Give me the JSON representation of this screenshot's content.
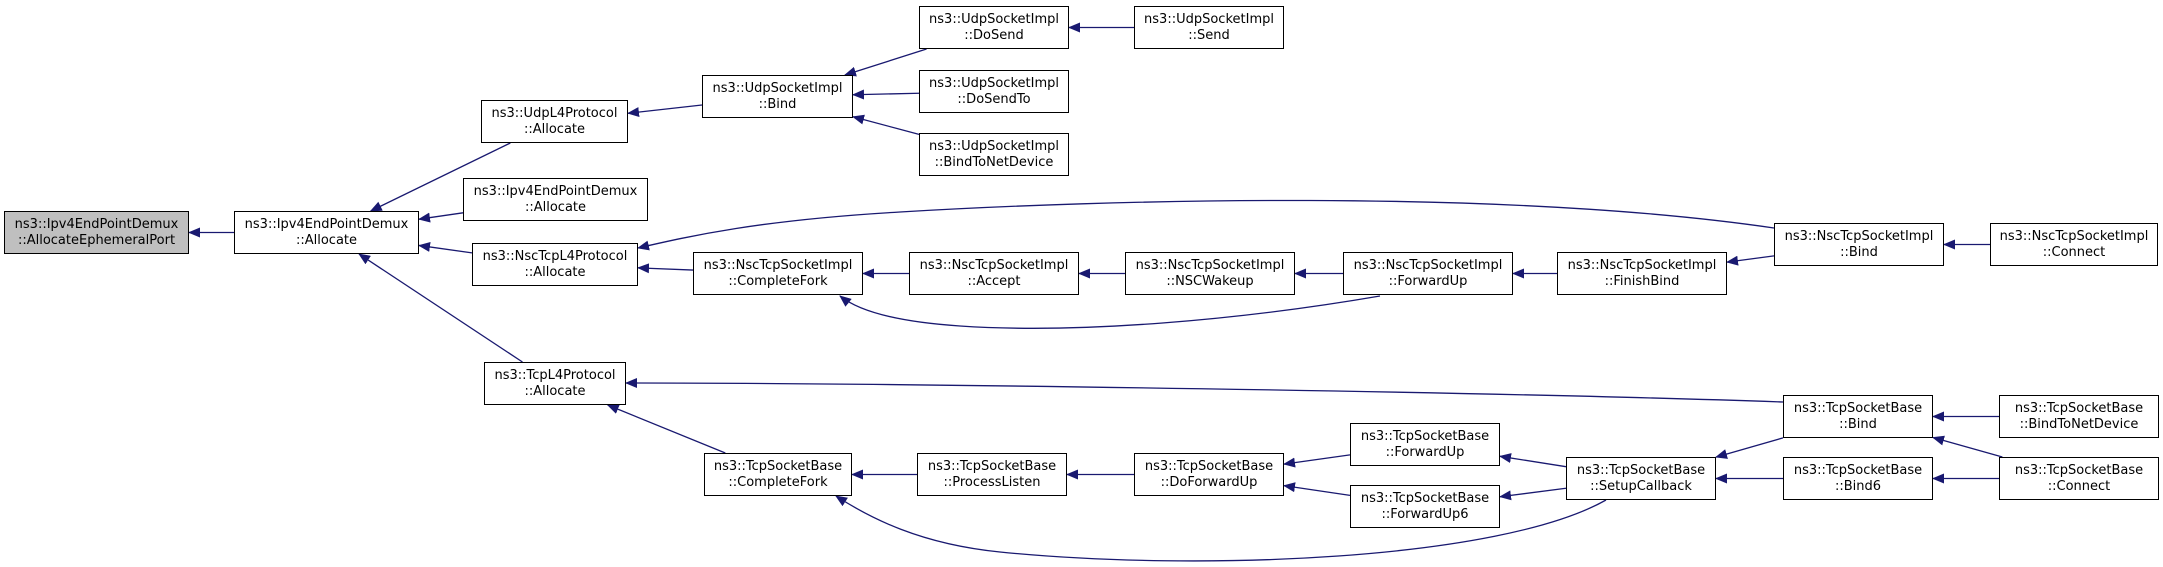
{
  "diagram": {
    "type": "caller-graph",
    "colors": {
      "edge": "#191970",
      "node_border": "#000000",
      "root_fill": "#bfbfbf",
      "node_fill": "#ffffff"
    },
    "nodes": [
      {
        "id": "root",
        "line1": "ns3::Ipv4EndPointDemux",
        "line2": "::AllocateEphemeralPort",
        "root": true
      },
      {
        "id": "demux_alloc",
        "line1": "ns3::Ipv4EndPointDemux",
        "line2": "::Allocate"
      },
      {
        "id": "udp_alloc",
        "line1": "ns3::UdpL4Protocol",
        "line2": "::Allocate"
      },
      {
        "id": "demux_alloc2",
        "line1": "ns3::Ipv4EndPointDemux",
        "line2": "::Allocate"
      },
      {
        "id": "nsc_alloc",
        "line1": "ns3::NscTcpL4Protocol",
        "line2": "::Allocate"
      },
      {
        "id": "tcp_alloc",
        "line1": "ns3::TcpL4Protocol",
        "line2": "::Allocate"
      },
      {
        "id": "udp_bind",
        "line1": "ns3::UdpSocketImpl",
        "line2": "::Bind"
      },
      {
        "id": "udp_dosend",
        "line1": "ns3::UdpSocketImpl",
        "line2": "::DoSend"
      },
      {
        "id": "udp_send",
        "line1": "ns3::UdpSocketImpl",
        "line2": "::Send"
      },
      {
        "id": "udp_dosendto",
        "line1": "ns3::UdpSocketImpl",
        "line2": "::DoSendTo"
      },
      {
        "id": "udp_bindtonet",
        "line1": "ns3::UdpSocketImpl",
        "line2": "::BindToNetDevice"
      },
      {
        "id": "nsc_completefork",
        "line1": "ns3::NscTcpSocketImpl",
        "line2": "::CompleteFork"
      },
      {
        "id": "nsc_accept",
        "line1": "ns3::NscTcpSocketImpl",
        "line2": "::Accept"
      },
      {
        "id": "nsc_wakeup",
        "line1": "ns3::NscTcpSocketImpl",
        "line2": "::NSCWakeup"
      },
      {
        "id": "nsc_forwardup",
        "line1": "ns3::NscTcpSocketImpl",
        "line2": "::ForwardUp"
      },
      {
        "id": "nsc_finishbind",
        "line1": "ns3::NscTcpSocketImpl",
        "line2": "::FinishBind"
      },
      {
        "id": "nsc_bind",
        "line1": "ns3::NscTcpSocketImpl",
        "line2": "::Bind"
      },
      {
        "id": "nsc_connect",
        "line1": "ns3::NscTcpSocketImpl",
        "line2": "::Connect"
      },
      {
        "id": "tcp_completefork",
        "line1": "ns3::TcpSocketBase",
        "line2": "::CompleteFork"
      },
      {
        "id": "tcp_processlisten",
        "line1": "ns3::TcpSocketBase",
        "line2": "::ProcessListen"
      },
      {
        "id": "tcp_doforwardup",
        "line1": "ns3::TcpSocketBase",
        "line2": "::DoForwardUp"
      },
      {
        "id": "tcp_forwardup",
        "line1": "ns3::TcpSocketBase",
        "line2": "::ForwardUp"
      },
      {
        "id": "tcp_forwardup6",
        "line1": "ns3::TcpSocketBase",
        "line2": "::ForwardUp6"
      },
      {
        "id": "tcp_setupcallback",
        "line1": "ns3::TcpSocketBase",
        "line2": "::SetupCallback"
      },
      {
        "id": "tcp_bind",
        "line1": "ns3::TcpSocketBase",
        "line2": "::Bind"
      },
      {
        "id": "tcp_bind6",
        "line1": "ns3::TcpSocketBase",
        "line2": "::Bind6"
      },
      {
        "id": "tcp_bindtonet",
        "line1": "ns3::TcpSocketBase",
        "line2": "::BindToNetDevice"
      },
      {
        "id": "tcp_connect",
        "line1": "ns3::TcpSocketBase",
        "line2": "::Connect"
      }
    ],
    "edges": [
      {
        "from": "demux_alloc",
        "to": "root"
      },
      {
        "from": "udp_alloc",
        "to": "demux_alloc"
      },
      {
        "from": "demux_alloc2",
        "to": "demux_alloc"
      },
      {
        "from": "nsc_alloc",
        "to": "demux_alloc"
      },
      {
        "from": "tcp_alloc",
        "to": "demux_alloc"
      },
      {
        "from": "udp_bind",
        "to": "udp_alloc"
      },
      {
        "from": "udp_dosend",
        "to": "udp_bind"
      },
      {
        "from": "udp_dosendto",
        "to": "udp_bind"
      },
      {
        "from": "udp_bindtonet",
        "to": "udp_bind"
      },
      {
        "from": "udp_send",
        "to": "udp_dosend"
      },
      {
        "from": "nsc_completefork",
        "to": "nsc_alloc"
      },
      {
        "from": "nsc_bind",
        "to": "nsc_alloc"
      },
      {
        "from": "nsc_accept",
        "to": "nsc_completefork"
      },
      {
        "from": "nsc_forwardup",
        "to": "nsc_completefork"
      },
      {
        "from": "nsc_wakeup",
        "to": "nsc_accept"
      },
      {
        "from": "nsc_forwardup",
        "to": "nsc_wakeup"
      },
      {
        "from": "nsc_finishbind",
        "to": "nsc_forwardup"
      },
      {
        "from": "nsc_bind",
        "to": "nsc_finishbind"
      },
      {
        "from": "nsc_connect",
        "to": "nsc_bind"
      },
      {
        "from": "tcp_completefork",
        "to": "tcp_alloc"
      },
      {
        "from": "tcp_bind",
        "to": "tcp_alloc"
      },
      {
        "from": "tcp_processlisten",
        "to": "tcp_completefork"
      },
      {
        "from": "tcp_setupcallback",
        "to": "tcp_completefork"
      },
      {
        "from": "tcp_doforwardup",
        "to": "tcp_processlisten"
      },
      {
        "from": "tcp_forwardup",
        "to": "tcp_doforwardup"
      },
      {
        "from": "tcp_forwardup6",
        "to": "tcp_doforwardup"
      },
      {
        "from": "tcp_setupcallback",
        "to": "tcp_forwardup"
      },
      {
        "from": "tcp_setupcallback",
        "to": "tcp_forwardup6"
      },
      {
        "from": "tcp_bind",
        "to": "tcp_setupcallback"
      },
      {
        "from": "tcp_bind6",
        "to": "tcp_setupcallback"
      },
      {
        "from": "tcp_bindtonet",
        "to": "tcp_bind"
      },
      {
        "from": "tcp_connect",
        "to": "tcp_bind"
      },
      {
        "from": "tcp_connect",
        "to": "tcp_bind6"
      }
    ]
  }
}
